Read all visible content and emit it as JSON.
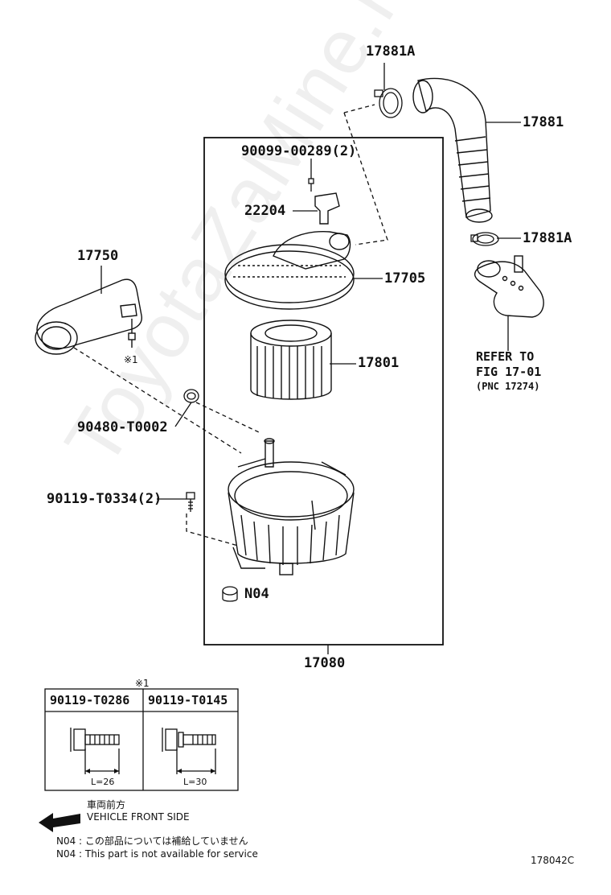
{
  "callouts": {
    "p17881A_top": "17881A",
    "p17881": "17881",
    "p17881A_bottom": "17881A",
    "p90099": "90099-00289(2)",
    "p22204": "22204",
    "p17705": "17705",
    "p17750": "17750",
    "p17801": "17801",
    "p90480": "90480-T0002",
    "p90119": "90119-T0334(2)",
    "pN04": "N04",
    "p17080": "17080",
    "ref_mark_1": "※1"
  },
  "refer": {
    "line1": "REFER TO",
    "line2": "FIG 17-01",
    "line3": "(PNC 17274)"
  },
  "bolt_table": {
    "mark": "※1",
    "col1_header": "90119-T0286",
    "col2_header": "90119-T0145",
    "col1_length": "L=26",
    "col2_length": "L=30"
  },
  "direction": {
    "jp": "車両前方",
    "en": "VEHICLE FRONT SIDE"
  },
  "notes": {
    "jp": "N04 : この部品については補給していません",
    "en": "N04 : This part is not available for service"
  },
  "figure_code": "178042C",
  "watermark": "ToyotaZaMine.ru"
}
